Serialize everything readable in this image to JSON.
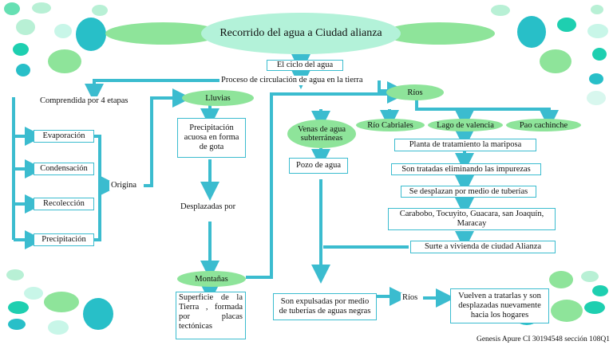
{
  "title": "Recorrido del agua a Ciudad alianza",
  "ciclo": "El ciclo del agua",
  "proceso": "Proceso de circulación de agua en la tierra",
  "comprendida": "Comprendida por 4 etapas",
  "etapas": [
    "Evaporación",
    "Condensación",
    "Recolección",
    "Precipitación"
  ],
  "origina": "Origina",
  "lluvias": "Lluvias",
  "precipitacion_acuosa": "Precipitación acuosa en forma de gota",
  "desplazadas_por": "Desplazadas por",
  "montanas": "Montañas",
  "superficie": "Superficie de la Tierra , formada por placas tectónicas",
  "rios": "Ríos",
  "venas": "Venas de agua subterráneas",
  "pozo": "Pozo de agua",
  "rios_lista": [
    "Río Cabriales",
    "Lago de valencia",
    "Pao cachinche"
  ],
  "planta": "Planta de tratamiento la mariposa",
  "tratadas": "Son tratadas eliminando las impurezas",
  "tuberias": "Se desplazan por medio de tuberías",
  "ciudades": "Carabobo, Tocuyito, Guacara, san Joaquín, Maracay",
  "surte": "Surte a vivienda de ciudad Alianza",
  "expulsadas": "Son expulsadas por medio de tuberías de aguas negras",
  "rios2": "Ríos",
  "vuelven": "Vuelven a tratarlas y son desplazadas nuevamente hacia los hogares",
  "autor": "Genesis Apure CI 30194548 sección 108Q1",
  "colors": {
    "arrow": "#3bbccf",
    "ellipse": "#8ee49a",
    "title_bg": "#b3f2d9"
  }
}
